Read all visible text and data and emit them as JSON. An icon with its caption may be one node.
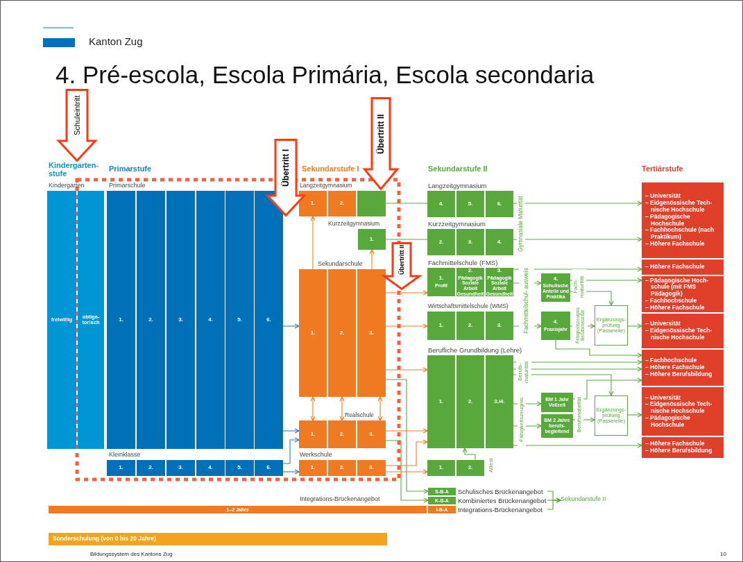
{
  "diagram": {
    "title": "4. Pré-escola, Escola Primária, Escola secondaria",
    "nodes": [
      {
        "text": [
          "Schuleintritt"
        ]
      },
      {
        "text": [
          "Übertritt I"
        ]
      },
      {
        "text": [
          "Übertritt II"
        ]
      },
      {
        "text": [
          "Übertritt II"
        ]
      },
      {
        "text": [
          "freiwillig"
        ]
      },
      {
        "text": [
          "obliga- torisch"
        ]
      },
      {
        "text": [
          "1."
        ]
      },
      {
        "text": [
          "2."
        ]
      },
      {
        "text": [
          "3."
        ]
      },
      {
        "text": [
          "4."
        ]
      },
      {
        "text": [
          "5."
        ]
      },
      {
        "text": [
          "6."
        ]
      },
      {
        "text": [
          "1."
        ]
      },
      {
        "text": [
          "2."
        ]
      },
      {
        "text": [
          "3."
        ]
      },
      {
        "text": [
          "4."
        ]
      },
      {
        "text": [
          "5."
        ]
      },
      {
        "text": [
          "6."
        ]
      },
      {
        "text": [
          "1."
        ]
      },
      {
        "text": [
          "2."
        ]
      },
      {
        "text": [],
        "shape": "box"
      },
      {
        "text": [
          "1."
        ]
      },
      {
        "text": [
          "1."
        ]
      },
      {
        "text": [
          "2."
        ]
      },
      {
        "text": [
          "3."
        ]
      },
      {
        "text": [
          "1."
        ]
      },
      {
        "text": [
          "2."
        ]
      },
      {
        "text": [
          "3."
        ]
      },
      {
        "text": [
          "1."
        ]
      },
      {
        "text": [
          "2."
        ]
      },
      {
        "text": [
          "3."
        ]
      },
      {
        "text": [
          "4."
        ]
      },
      {
        "text": [
          "5."
        ]
      },
      {
        "text": [
          "6."
        ]
      },
      {
        "text": [
          "2."
        ]
      },
      {
        "text": [
          "3."
        ]
      },
      {
        "text": [
          "4."
        ]
      },
      {
        "text": [
          "1.",
          "Profil"
        ]
      },
      {
        "text": [
          "2.",
          "Pädagogik Soziale Arbeit Gesundheit"
        ]
      },
      {
        "text": [
          "3.",
          "Pädagogik Soziale Arbeit Gesundheit"
        ]
      },
      {
        "text": [
          "4.",
          "Schulische Anteile und Praktika"
        ]
      },
      {
        "text": [
          "1."
        ]
      },
      {
        "text": [
          "2."
        ]
      },
      {
        "text": [
          "3."
        ]
      },
      {
        "text": [
          "4.",
          "Praxisjahr"
        ]
      },
      {
        "text": [
          "1."
        ]
      },
      {
        "text": [
          "2."
        ]
      },
      {
        "text": [
          "3./4."
        ]
      },
      {
        "text": [
          "BM 1 Jahr Vollzeit"
        ]
      },
      {
        "text": [
          "BM 2 Jahre berufs- begleitend"
        ]
      },
      {
        "text": [
          "1."
        ]
      },
      {
        "text": [
          "2."
        ]
      },
      {
        "text": [
          "Ergänzungs- prüfung (Passerelle)"
        ]
      },
      {
        "text": [
          "Ergänzungs- prüfung (Passerelle)"
        ]
      },
      {
        "text": [
          "– Universität",
          "– Eidgenössische Tech- nische Hochschule",
          "– Pädagogische Hochschule",
          "– Fachhochschule (nach Praktikum)",
          "– Höhere Fachschule"
        ]
      },
      {
        "text": [
          "– Höhere Fachschule"
        ]
      },
      {
        "text": [
          "– Pädagogische Hoch- schule (mit FMS Pädagogik)",
          "– Fachhochschule",
          "– Höhere Fachschule"
        ]
      },
      {
        "text": [
          "– Universität",
          "– Eidgenössische Tech- nische Hochschule"
        ]
      },
      {
        "text": [
          "– Fachhochschule",
          "– Höhere Fachschule",
          "– Höhere Berufsbildung"
        ]
      },
      {
        "text": [
          "– Universität",
          "– Eidgenössische Tech- nische Hochschule",
          "– Pädagogische Hochschule"
        ]
      },
      {
        "text": [
          "– Höhere Fachschule",
          "– Höhere Berufsbildung"
        ]
      },
      {
        "text": [
          "S-B-A"
        ],
        "beside": [
          "Schulisches Brückenangebot"
        ]
      },
      {
        "text": [
          "K-B-A"
        ],
        "beside": [
          "Kombiniertes Brückenangebot"
        ]
      },
      {
        "text": [
          "Integrations-Brückenangebot",
          "1–2 Jahre"
        ]
      },
      {
        "text": [
          "I-B-A"
        ],
        "beside": [
          "Integrations-Brückenangebot"
        ]
      },
      {
        "text": [
          "Sekundarstufe II"
        ]
      },
      {
        "text": [
          "Sonderschulung (von 0 bis 20 Jahre)"
        ]
      }
    ],
    "edges": [
      {
        "from": 11,
        "to": 22,
        "arrow": "to",
        "color": "#2a7fc1"
      },
      {
        "from": 11,
        "to": 25,
        "arrow": "to",
        "color": "#2a7fc1"
      },
      {
        "from": 17,
        "to": 25,
        "arrow": "to",
        "color": "#2a7fc1"
      },
      {
        "from": 17,
        "to": 28,
        "arrow": "to",
        "color": "#2a7fc1"
      },
      {
        "from": 22,
        "to": 18,
        "arrow": "to",
        "color": "#f07a22"
      },
      {
        "from": 24,
        "to": 21,
        "arrow": "to",
        "color": "#f07a22"
      },
      {
        "from": 22,
        "to": 25,
        "arrow": "both",
        "color": "#f07a22"
      },
      {
        "from": 23,
        "to": 26,
        "arrow": "both",
        "color": "#f07a22"
      },
      {
        "from": 24,
        "to": 27,
        "arrow": "both",
        "color": "#f07a22"
      },
      {
        "from": 20,
        "to": 31,
        "arrow": "none"
      },
      {
        "from": 21,
        "to": 34,
        "arrow": "none"
      },
      {
        "from": 24,
        "to": 37,
        "arrow": "to",
        "color": "#f07a22"
      },
      {
        "from": 24,
        "to": 41,
        "arrow": "to",
        "color": "#f07a22"
      },
      {
        "from": 24,
        "to": 45,
        "arrow": "to",
        "color": "#f07a22"
      },
      {
        "from": 24,
        "to": 61,
        "arrow": "to"
      },
      {
        "from": 27,
        "to": 45,
        "arrow": "to",
        "color": "#f07a22"
      },
      {
        "from": 27,
        "to": 62,
        "arrow": "to"
      },
      {
        "from": 30,
        "to": 45,
        "arrow": "to",
        "color": "#f07a22"
      },
      {
        "from": 30,
        "to": 50,
        "arrow": "to",
        "color": "#f07a22"
      },
      {
        "from": 51,
        "to": 46,
        "arrow": "to"
      },
      {
        "from": 33,
        "to": 54,
        "arrow": "to"
      },
      {
        "from": 36,
        "to": 54,
        "arrow": "to"
      },
      {
        "from": 39,
        "to": 55,
        "arrow": "to"
      },
      {
        "from": 39,
        "to": 40,
        "arrow": "to"
      },
      {
        "from": 40,
        "to": 56,
        "arrow": "to"
      },
      {
        "from": 40,
        "to": 52,
        "arrow": "to"
      },
      {
        "from": 43,
        "to": 44,
        "arrow": "to"
      },
      {
        "from": 44,
        "to": 52,
        "arrow": "to"
      },
      {
        "from": 52,
        "to": 57,
        "arrow": "to"
      },
      {
        "from": 44,
        "to": 58,
        "arrow": "to"
      },
      {
        "from": 47,
        "to": 58,
        "arrow": "to"
      },
      {
        "from": 47,
        "to": 58,
        "arrow": "to"
      },
      {
        "from": 47,
        "to": 53,
        "arrow": "to"
      },
      {
        "from": 47,
        "to": 48,
        "arrow": "to"
      },
      {
        "from": 47,
        "to": 49,
        "arrow": "to"
      },
      {
        "from": 48,
        "to": 58,
        "arrow": "to"
      },
      {
        "from": 49,
        "to": 53,
        "arrow": "to"
      },
      {
        "from": 53,
        "to": 59,
        "arrow": "to"
      },
      {
        "from": 47,
        "to": 60,
        "arrow": "to"
      },
      {
        "from": 61,
        "to": 65,
        "arrow": "to"
      },
      {
        "from": 62,
        "to": 65,
        "arrow": "to"
      },
      {
        "from": 64,
        "to": 65,
        "arrow": "to"
      }
    ],
    "labels": [
      "Kanton Zug",
      "Kindergarten- stufe",
      "Primarstufe",
      "Sekundarstufe I",
      "Sekundarstufe II",
      "Tertiärstufe",
      "Kindergarten",
      "Primarschule",
      "Langzeitgymnasium",
      "Langzeitgymnasium",
      "Kurzzeitgymnasium",
      "Kurzzeitgymnasium",
      "Sekundarschule",
      "Fachmittelschule (FMS)",
      "Wirtschaftsmittelschule (WMS)",
      "Berufliche Grundbildung (Lehre)",
      "Gymnasiale Maturität",
      "Fachmittelschul- ausweis",
      "Fach- maturität",
      "Fähigkeitszeugnis Berufsmaturität",
      "Berufs- maturität",
      "Fähigkeitszeugnis",
      "Berufsmaturität",
      "Realschule",
      "Kleinklasse",
      "Werkschule",
      "Attest",
      "Bildungssystem des Kantons Zug",
      "10"
    ]
  }
}
